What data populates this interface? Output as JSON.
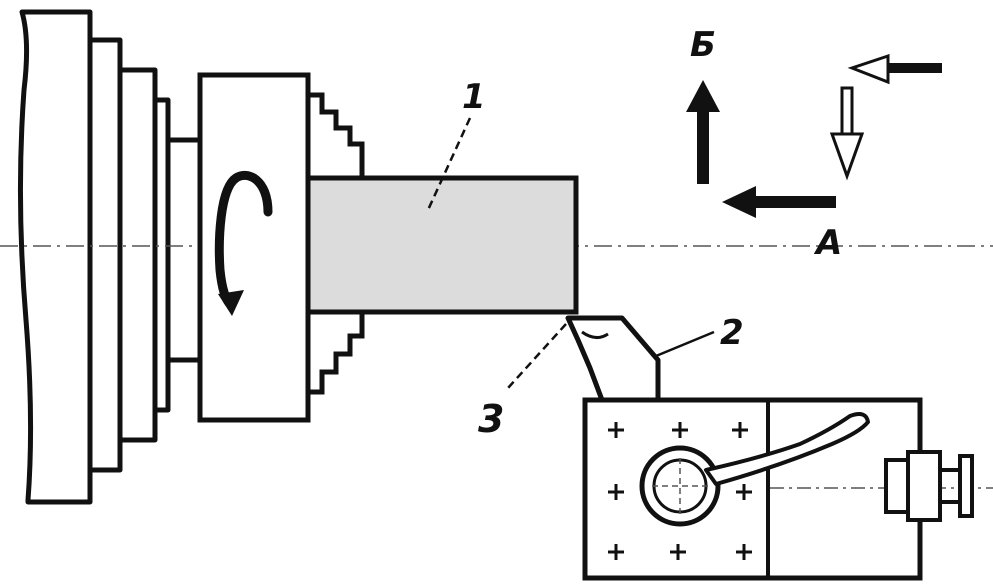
{
  "labels": {
    "workpiece": "1",
    "cutter": "2",
    "cutting_edge": "3",
    "direction_a": "А",
    "direction_b": "Б"
  },
  "colors": {
    "ink": "#111111",
    "workpiece_fill": "#dcdcdc",
    "background": "#ffffff"
  }
}
